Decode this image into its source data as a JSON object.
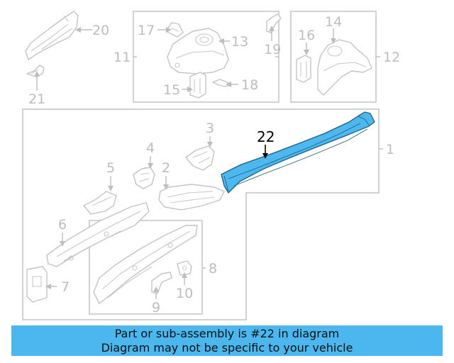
{
  "callouts": {
    "c1": "1",
    "c2": "2",
    "c3": "3",
    "c4": "4",
    "c5": "5",
    "c6": "6",
    "c7": "7",
    "c8": "8",
    "c9": "9",
    "c10": "10",
    "c11": "11",
    "c12": "12",
    "c13": "13",
    "c14": "14",
    "c15": "15",
    "c16": "16",
    "c17": "17",
    "c18": "18",
    "c19": "19",
    "c20": "20",
    "c21": "21",
    "c22": "22"
  },
  "highlighted_part": "22",
  "colors": {
    "highlight": "#4db8ee",
    "outline": "#1e5f88",
    "banner": "#4cb7ee",
    "parts": "#c4c4c4"
  },
  "banner": {
    "line1": "Part or sub-assembly is #22 in diagram",
    "line2": "Diagram may not be specific to your vehicle"
  }
}
